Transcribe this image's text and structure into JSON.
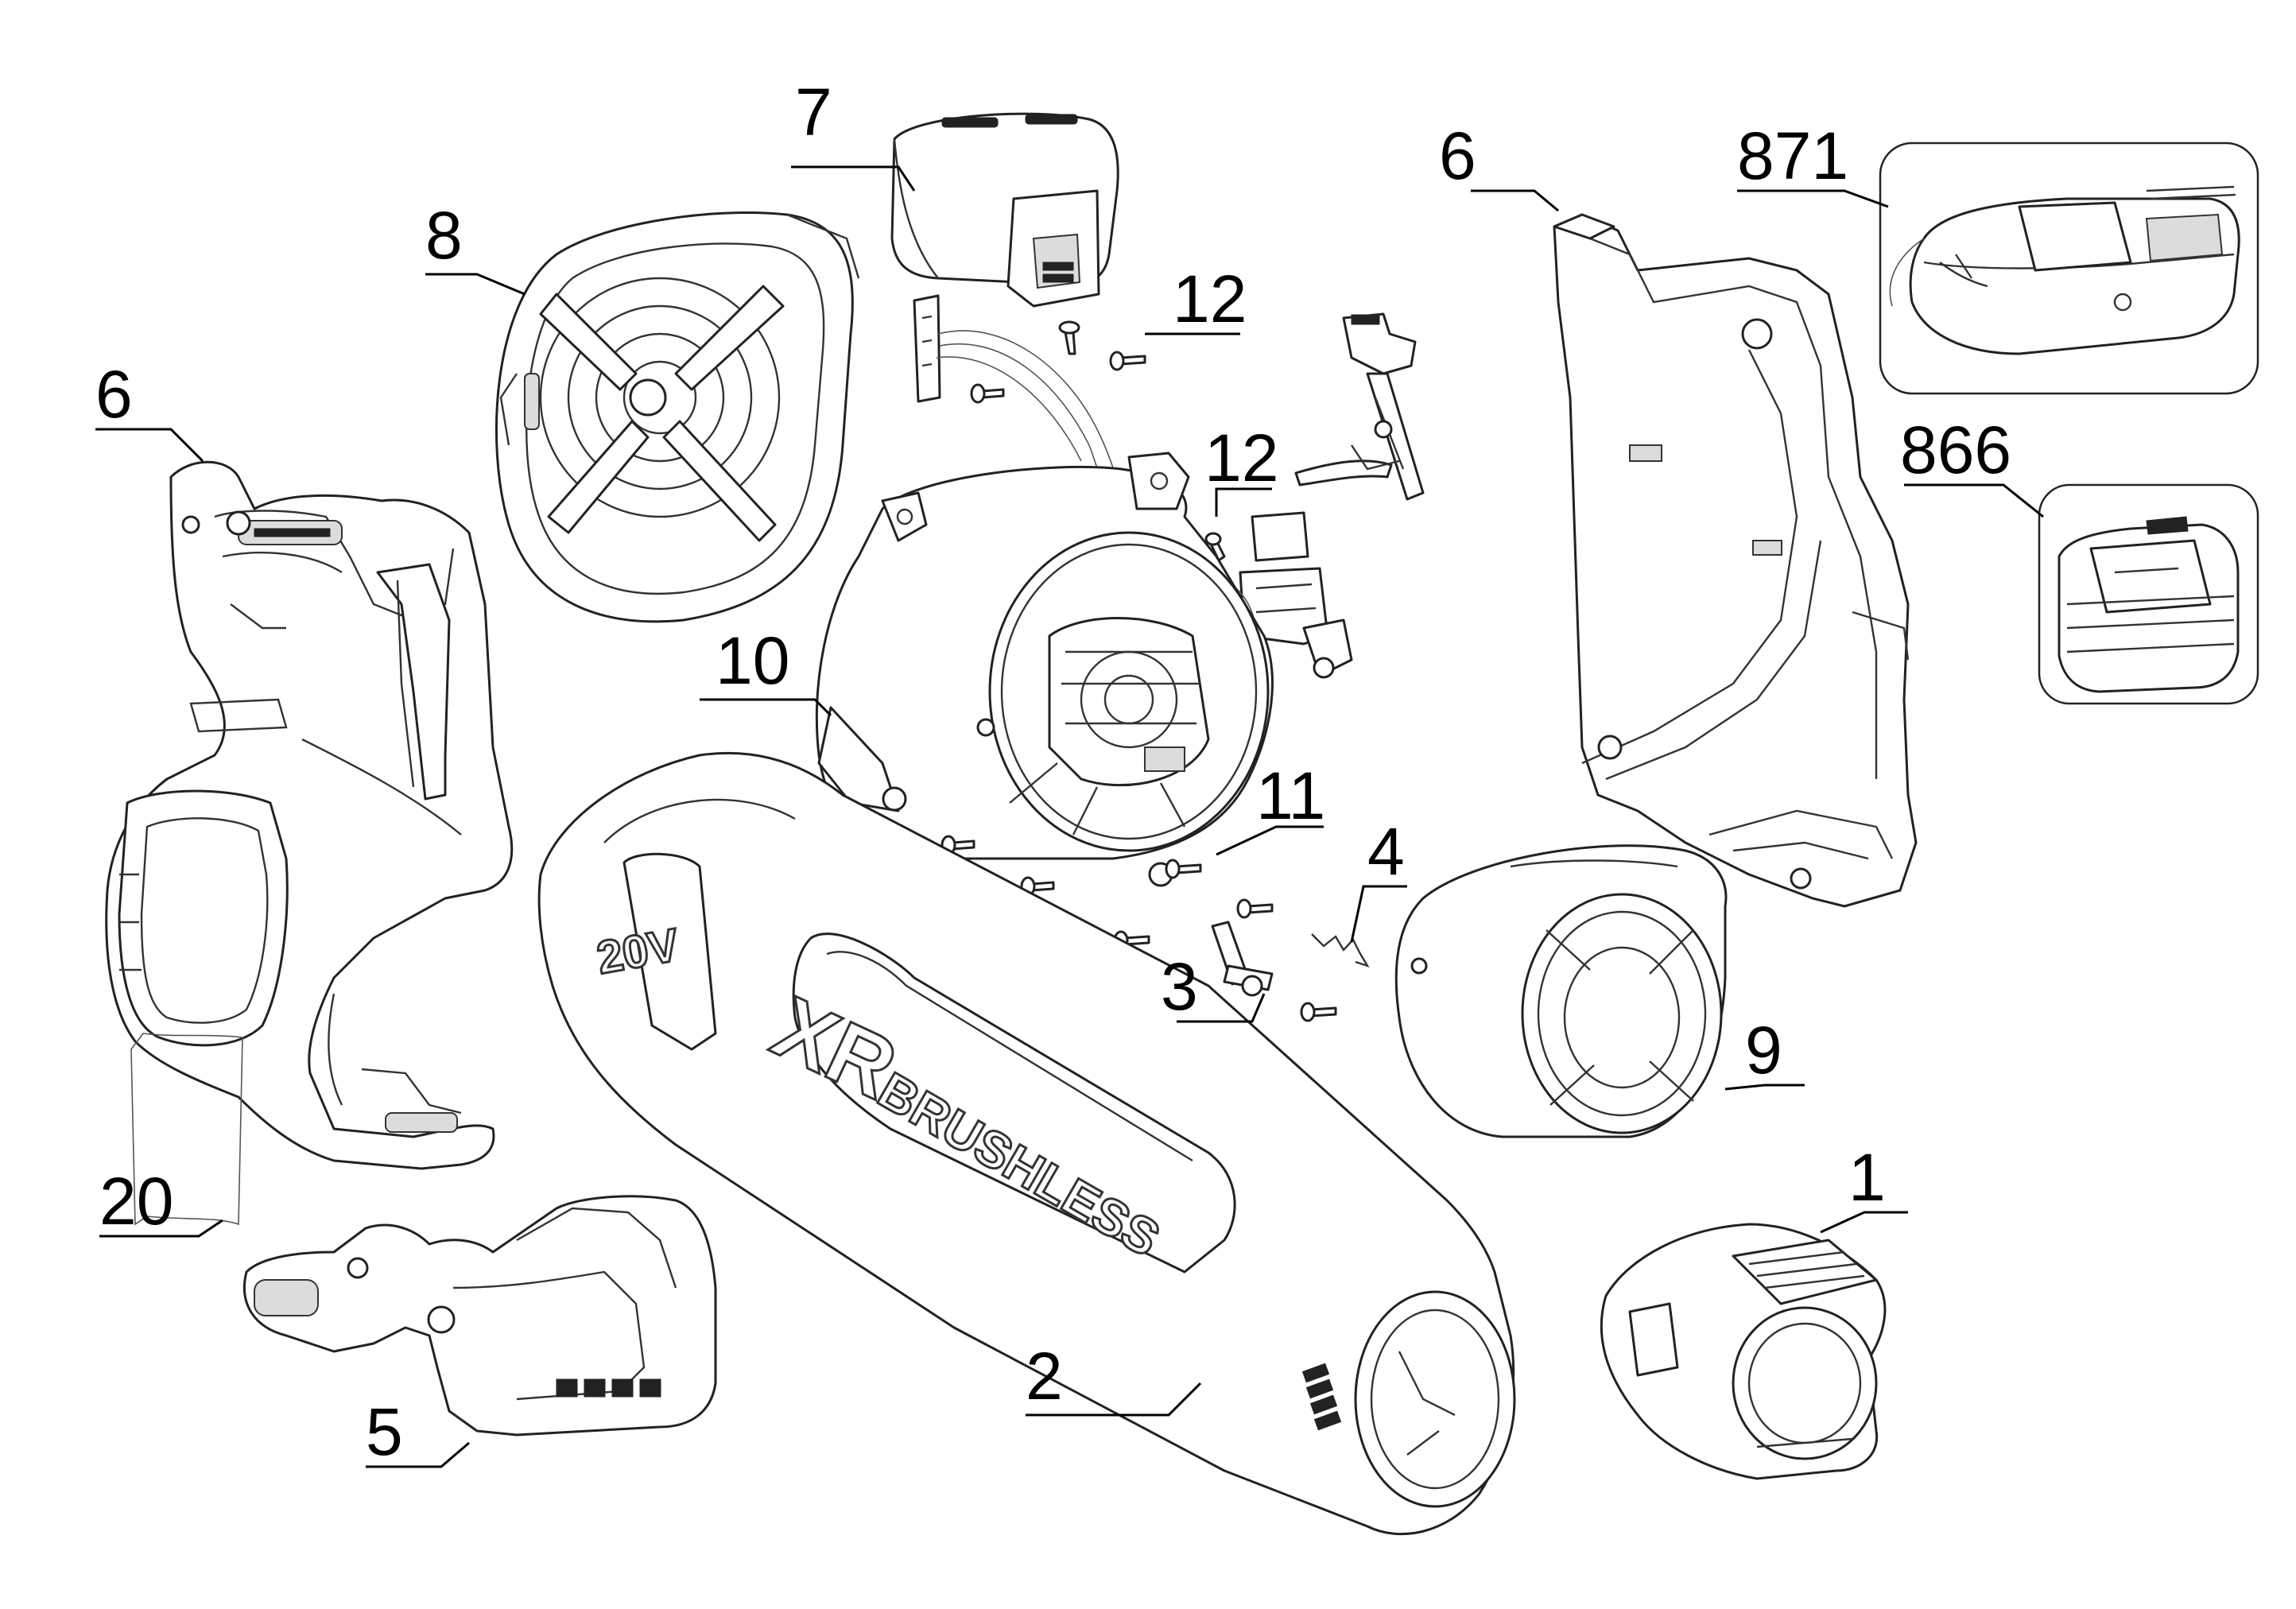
{
  "callouts": [
    {
      "id": "c1",
      "label": "1"
    },
    {
      "id": "c2",
      "label": "2"
    },
    {
      "id": "c3",
      "label": "3"
    },
    {
      "id": "c4",
      "label": "4"
    },
    {
      "id": "c5",
      "label": "5"
    },
    {
      "id": "c6a",
      "label": "6"
    },
    {
      "id": "c6b",
      "label": "6"
    },
    {
      "id": "c7",
      "label": "7"
    },
    {
      "id": "c8",
      "label": "8"
    },
    {
      "id": "c9",
      "label": "9"
    },
    {
      "id": "c10",
      "label": "10"
    },
    {
      "id": "c11",
      "label": "11"
    },
    {
      "id": "c12a",
      "label": "12"
    },
    {
      "id": "c12b",
      "label": "12"
    },
    {
      "id": "c20",
      "label": "20"
    },
    {
      "id": "c866",
      "label": "866"
    },
    {
      "id": "c871",
      "label": "871"
    }
  ],
  "tube_text": {
    "brand": "XR",
    "word": "BRUSHLESS",
    "voltage": "20V"
  }
}
